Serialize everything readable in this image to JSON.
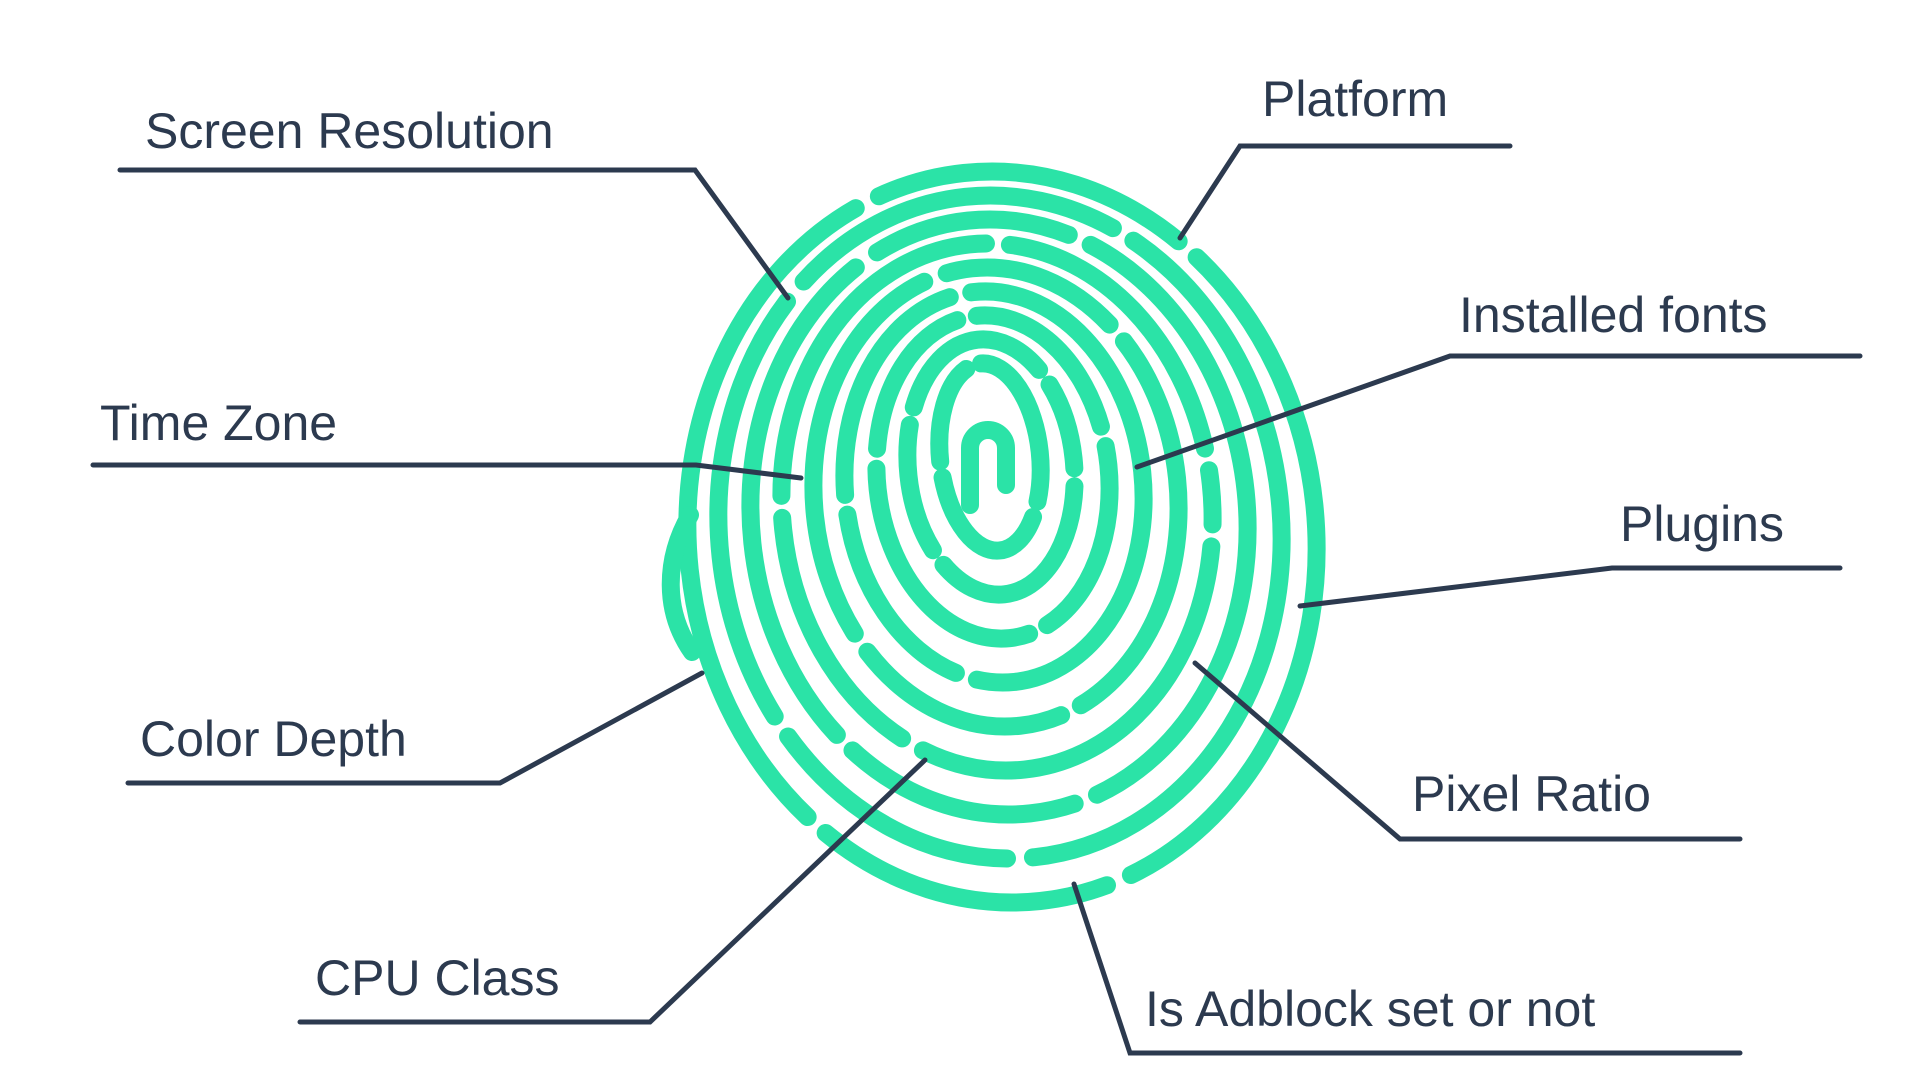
{
  "diagram": {
    "subject": "browser-fingerprint",
    "labels": [
      {
        "id": "screen-resolution",
        "text": "Screen Resolution"
      },
      {
        "id": "platform",
        "text": "Platform"
      },
      {
        "id": "time-zone",
        "text": "Time Zone"
      },
      {
        "id": "installed-fonts",
        "text": "Installed fonts"
      },
      {
        "id": "plugins",
        "text": "Plugins"
      },
      {
        "id": "color-depth",
        "text": "Color Depth"
      },
      {
        "id": "pixel-ratio",
        "text": "Pixel Ratio"
      },
      {
        "id": "cpu-class",
        "text": "CPU Class"
      },
      {
        "id": "is-adblock",
        "text": "Is Adblock set or not"
      }
    ]
  },
  "icons": [
    {
      "name": "fingerprint-icon"
    }
  ],
  "colors": {
    "fingerprint": "#2BE3A7",
    "label": "#2C3A4F",
    "line": "#2C3A4F",
    "background": "#FFFFFF"
  }
}
